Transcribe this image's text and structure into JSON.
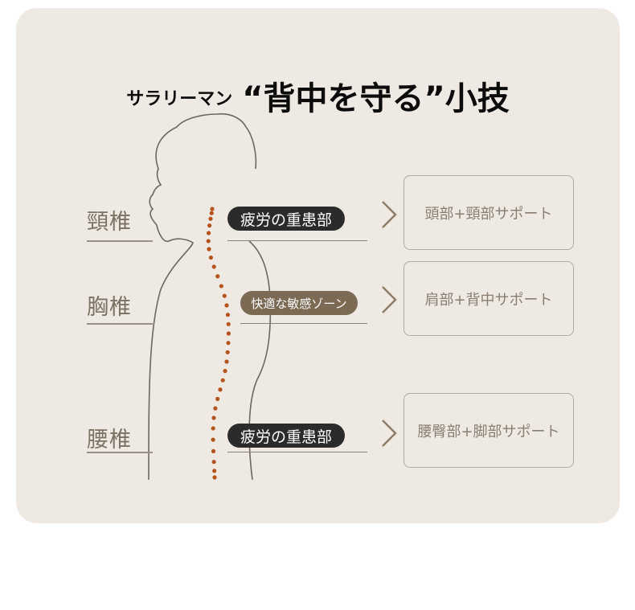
{
  "title": {
    "prefix": "サラリーマン",
    "main": "“背中を守る”小技"
  },
  "regions": [
    {
      "label": "頸椎",
      "tag": "疲労の重患部",
      "tag_style": "dark",
      "support": "頭部+頸部サポート"
    },
    {
      "label": "胸椎",
      "tag": "快適な敏感ゾーン",
      "tag_style": "brown",
      "support": "肩部+背中サポート"
    },
    {
      "label": "腰椎",
      "tag": "疲労の重患部",
      "tag_style": "dark",
      "support": "腰臀部+脚部サポート"
    }
  ],
  "colors": {
    "card_bg": "#eeeae3",
    "label_text": "#7d7164",
    "dark_pill": "#2b2b2b",
    "brown_pill": "#7d6a55",
    "spine_dots": "#b5531c",
    "box_border": "#b4aba0",
    "box_text": "#8a7d70"
  },
  "icons": [
    "chevron-right-icon",
    "human-silhouette-outline",
    "spine-dotted-line"
  ]
}
